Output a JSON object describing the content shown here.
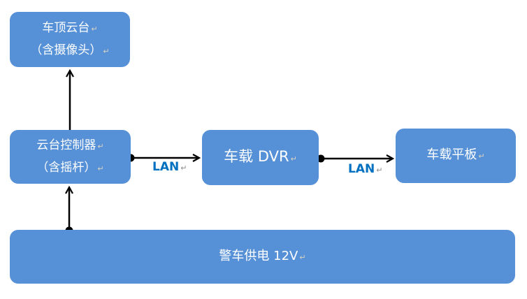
{
  "diagram": {
    "boxes": [
      {
        "id": "roof-gimbal",
        "lines": [
          "车顶云台",
          "（含摄像头）"
        ]
      },
      {
        "id": "gimbal-controller",
        "lines": [
          "云台控制器",
          "（含摇杆）"
        ]
      },
      {
        "id": "vehicle-dvr",
        "lines": [
          "车载 DVR"
        ]
      },
      {
        "id": "vehicle-tablet",
        "lines": [
          "车载平板"
        ]
      },
      {
        "id": "police-power",
        "lines": [
          "警车供电 12V"
        ]
      }
    ],
    "edges": [
      {
        "from": "gimbal-controller",
        "to": "roof-gimbal",
        "label": ""
      },
      {
        "from": "gimbal-controller",
        "to": "vehicle-dvr",
        "label": "LAN"
      },
      {
        "from": "vehicle-dvr",
        "to": "vehicle-tablet",
        "label": "LAN"
      },
      {
        "from": "police-power",
        "to": "gimbal-controller",
        "label": ""
      }
    ],
    "glyphs": {
      "return_mark": "↵"
    },
    "colors": {
      "box_fill": "#5690D6",
      "box_text": "#FFFFFF",
      "connector": "#000000",
      "lan_label": "#0070C0",
      "return_mark_on_blue": "#D8D2C2",
      "return_mark_on_white": "#8C8C8C"
    }
  }
}
